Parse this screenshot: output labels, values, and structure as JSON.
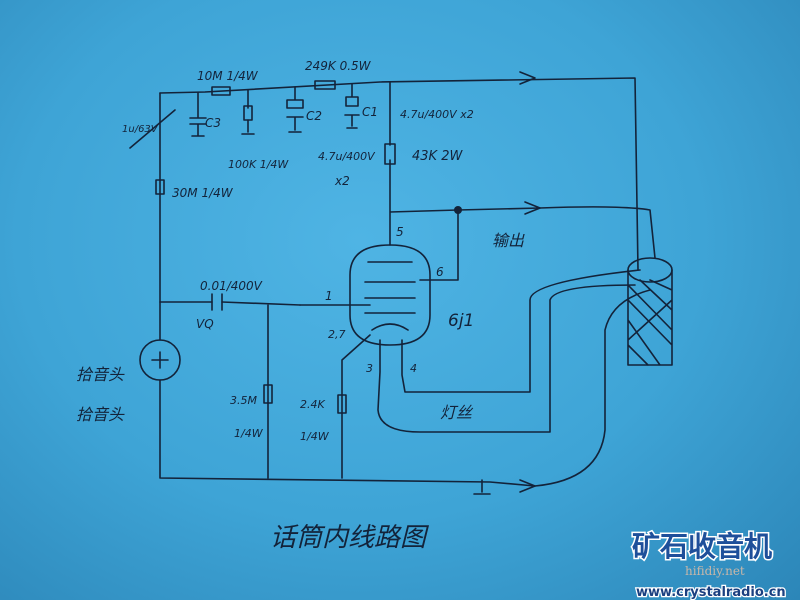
{
  "diagram": {
    "title": "话筒内线路图",
    "labels": {
      "r_10m": "10M 1/4W",
      "r_249k": "249K 0.5W",
      "c3": "C3",
      "c2": "C2",
      "c1": "C1",
      "c1_value": "4.7u/400V x2",
      "c_1u": "1u/63V",
      "r_100k": "100K 1/4W",
      "c2_value": "4.7u/400V",
      "c2_mult": "x2",
      "r_43k": "43K 2W",
      "r_30m": "30M 1/4W",
      "c_001": "0.01/400V",
      "vq": "VQ",
      "r_35m": "3.5M",
      "r_35m_w": "1/4W",
      "r_24k": "2.4K",
      "r_24k_w": "1/4W",
      "pin5": "5",
      "pin6": "6",
      "pin1": "1",
      "pin27": "2,7",
      "pin3": "3",
      "pin4": "4",
      "tube": "6j1",
      "output": "输出",
      "pickup1": "拾音头",
      "pickup2": "拾音头",
      "filament": "灯丝"
    }
  },
  "watermark": {
    "logo_text": "矿石收音机",
    "url": "www.crystalradio.cn",
    "site2": "hifidiy.net"
  }
}
